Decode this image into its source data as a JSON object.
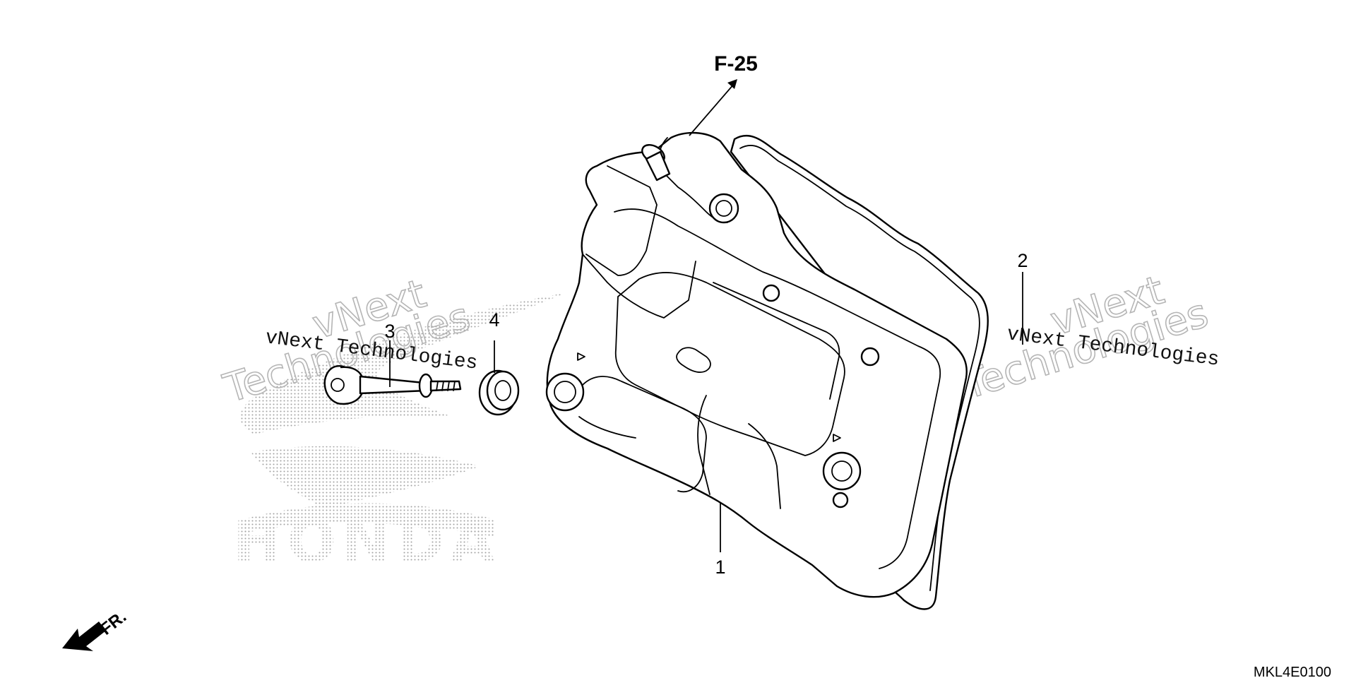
{
  "diagram": {
    "reference_label": "F-25",
    "front_label": "FR.",
    "diagram_code": "MKL4E0100",
    "callouts": [
      "1",
      "2",
      "3",
      "4"
    ],
    "watermark": {
      "small_text": "vNext Technologies",
      "big_line1": "vNext",
      "big_line2": "Technologies"
    },
    "logo_text": "HONDA"
  }
}
